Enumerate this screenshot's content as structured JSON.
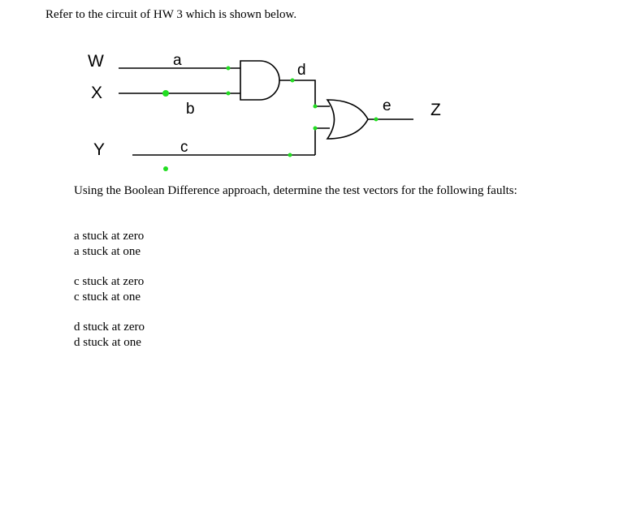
{
  "intro": "Refer to the circuit of HW 3 which is shown below.",
  "circuit": {
    "inputs": {
      "w": "W",
      "x": "X",
      "y": "Y"
    },
    "output": "Z",
    "wires": {
      "a": "a",
      "b": "b",
      "c": "c",
      "d": "d",
      "e": "e"
    },
    "gates": [
      "AND",
      "OR"
    ],
    "node_color": "#22dd22"
  },
  "question": "Using the Boolean Difference approach, determine the test vectors for the following faults:",
  "fault_groups": [
    [
      "a stuck at zero",
      "a stuck at one"
    ],
    [
      "c stuck at zero",
      "c stuck at one"
    ],
    [
      "d stuck at zero",
      "d stuck at one"
    ]
  ]
}
